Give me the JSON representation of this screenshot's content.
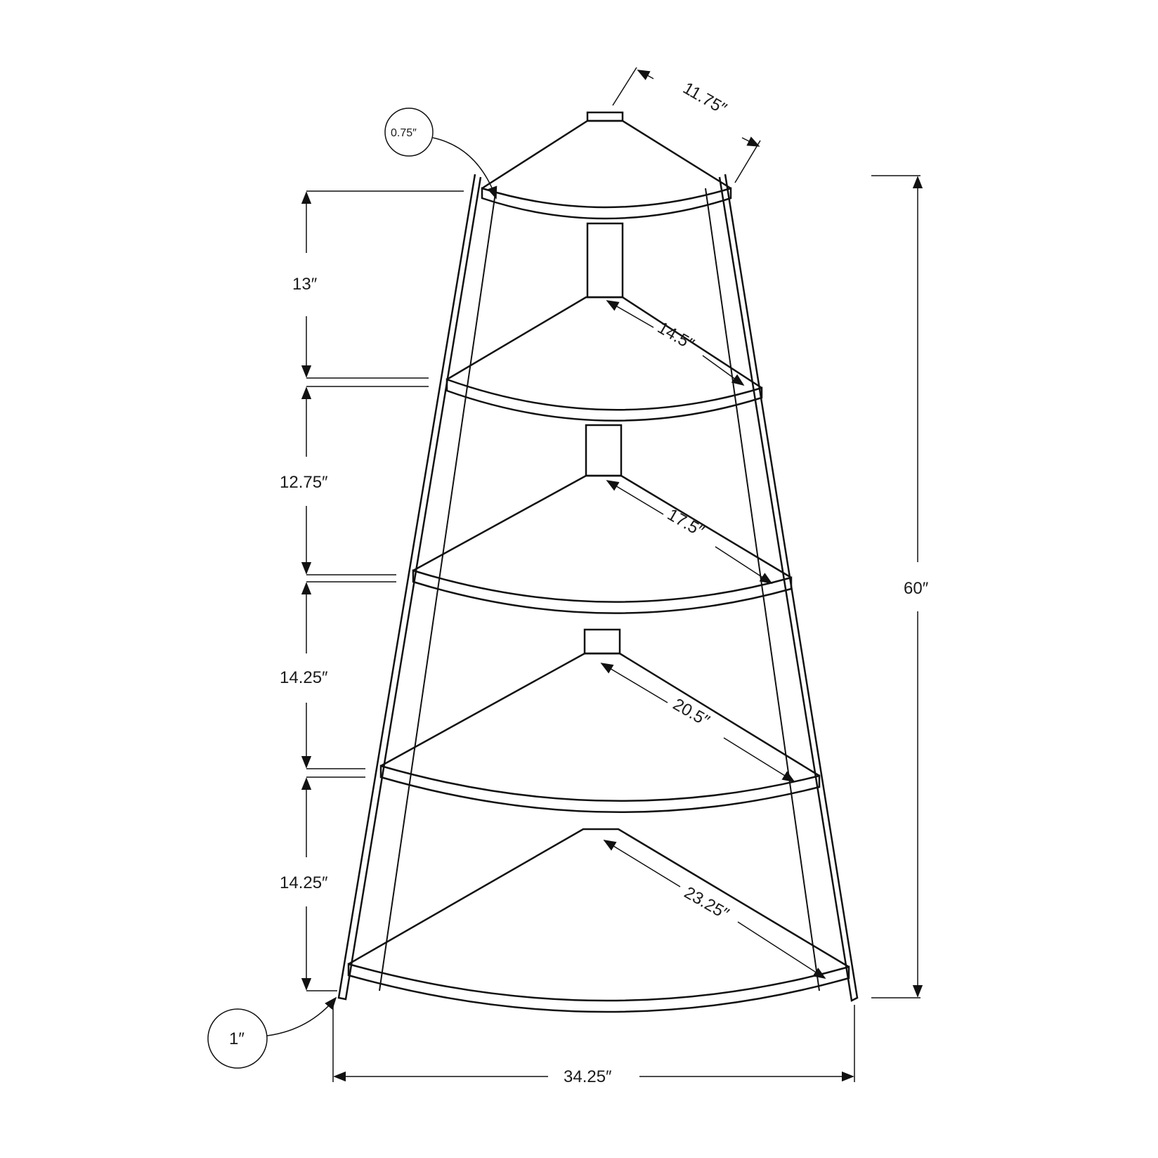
{
  "diagram": {
    "type": "dimension-drawing",
    "subject": "5-tier corner ladder bookshelf",
    "dimensions": {
      "overall_height": "60″",
      "overall_width": "34.25″",
      "top_depth": "11.75″",
      "top_shelf_thickness": "0.75″",
      "leg_thickness": "1″"
    },
    "shelf_spacings": [
      "13″",
      "12.75″",
      "14.25″",
      "14.25″"
    ],
    "shelf_side_lengths": [
      "14.5″",
      "17.5″",
      "20.5″",
      "23.25″"
    ]
  }
}
